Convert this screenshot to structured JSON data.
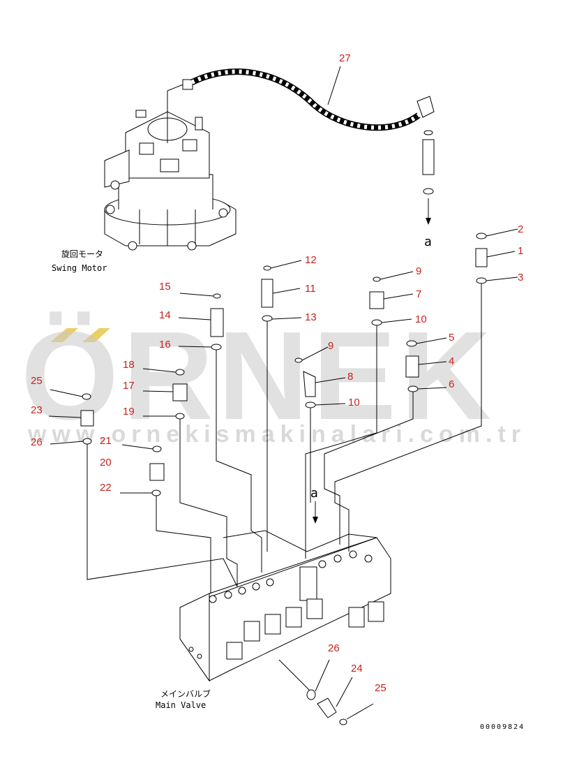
{
  "callouts": [
    {
      "id": "c27",
      "text": "27"
    },
    {
      "id": "c2",
      "text": "2"
    },
    {
      "id": "c1",
      "text": "1"
    },
    {
      "id": "c3",
      "text": "3"
    },
    {
      "id": "c12",
      "text": "12"
    },
    {
      "id": "c9a",
      "text": "9"
    },
    {
      "id": "c15",
      "text": "15"
    },
    {
      "id": "c11",
      "text": "11"
    },
    {
      "id": "c7",
      "text": "7"
    },
    {
      "id": "c14",
      "text": "14"
    },
    {
      "id": "c13",
      "text": "13"
    },
    {
      "id": "c10a",
      "text": "10"
    },
    {
      "id": "c16",
      "text": "16"
    },
    {
      "id": "c5",
      "text": "5"
    },
    {
      "id": "c9b",
      "text": "9"
    },
    {
      "id": "c4",
      "text": "4"
    },
    {
      "id": "c18",
      "text": "18"
    },
    {
      "id": "c8",
      "text": "8"
    },
    {
      "id": "c25a",
      "text": "25"
    },
    {
      "id": "c17",
      "text": "17"
    },
    {
      "id": "c6",
      "text": "6"
    },
    {
      "id": "c23",
      "text": "23"
    },
    {
      "id": "c19",
      "text": "19"
    },
    {
      "id": "c10b",
      "text": "10"
    },
    {
      "id": "c26a",
      "text": "26"
    },
    {
      "id": "c21",
      "text": "21"
    },
    {
      "id": "c20",
      "text": "20"
    },
    {
      "id": "c22",
      "text": "22"
    },
    {
      "id": "c26b",
      "text": "26"
    },
    {
      "id": "c24",
      "text": "24"
    },
    {
      "id": "c25b",
      "text": "25"
    }
  ],
  "labels": {
    "swing_motor_jp": "旋回モータ",
    "swing_motor_en": "Swing Motor",
    "main_valve_jp": "メインバルブ",
    "main_valve_en": "Main Valve",
    "arrow_a_top": "a",
    "arrow_a_bottom": "a",
    "drawing_number": "00009824"
  },
  "watermark": {
    "brand": "ÖRNEK",
    "url": "www.ornekismakinalari.com.tr",
    "color": "#c9c9c9",
    "accent_color": "#e8c23c"
  },
  "colors": {
    "callout": "#c8221b",
    "line": "#000000"
  }
}
